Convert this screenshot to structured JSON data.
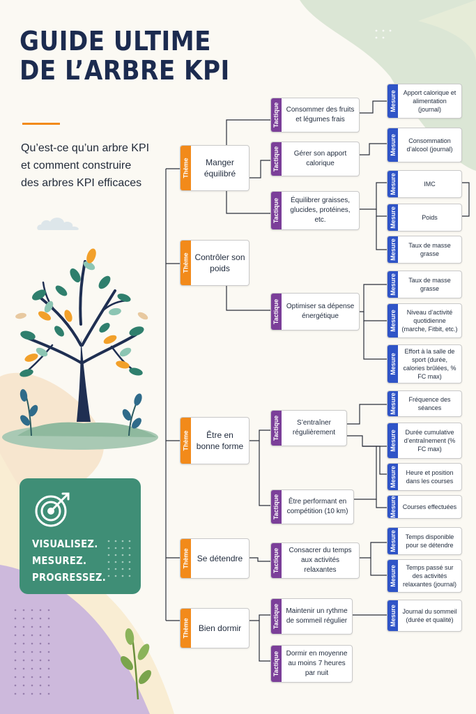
{
  "header": {
    "title_line1": "GUIDE ULTIME",
    "title_line2": "DE L’ARBRE KPI",
    "subtitle_line1": "Qu’est-ce qu’un arbre KPI",
    "subtitle_line2": "et comment construire",
    "subtitle_line3": "des arbres KPI efficaces"
  },
  "card": {
    "line1": "VISUALISEZ.",
    "line2": "MESUREZ.",
    "line3": "PROGRESSEZ."
  },
  "labels": {
    "theme": "Thème",
    "tactic": "Tactique",
    "measure": "Mesure"
  },
  "themes": [
    {
      "text": "Manger équilibré"
    },
    {
      "text": "Contrôler son poids"
    },
    {
      "text": "Être en bonne forme"
    },
    {
      "text": "Se détendre"
    },
    {
      "text": "Bien dormir"
    }
  ],
  "tactics": [
    {
      "text": "Consommer des fruits et légumes frais"
    },
    {
      "text": "Gérer son apport calorique"
    },
    {
      "text": "Équilibrer graisses, glucides, protéines, etc."
    },
    {
      "text": "Optimiser sa dépense énergétique"
    },
    {
      "text": "S’entraîner régulièrement"
    },
    {
      "text": "Être performant en compétition (10 km)"
    },
    {
      "text": "Consacrer du temps aux activités relaxantes"
    },
    {
      "text": "Maintenir un rythme de sommeil régulier"
    },
    {
      "text": "Dormir en moyenne au moins 7 heures par nuit"
    }
  ],
  "measures": [
    {
      "text": "Apport calorique et alimentation (journal)"
    },
    {
      "text": "Consommation d’alcool (journal)"
    },
    {
      "text": "IMC"
    },
    {
      "text": "Poids"
    },
    {
      "text": "Taux de masse grasse"
    },
    {
      "text": "Taux de masse grasse"
    },
    {
      "text": "Niveau d’activité quotidienne (marche, Fitbit, etc.)"
    },
    {
      "text": "Effort à la salle de sport (durée, calories brûlées, % FC max)"
    },
    {
      "text": "Fréquence des séances"
    },
    {
      "text": "Durée cumulative d’entraînement (% FC max)"
    },
    {
      "text": "Heure et position dans les courses"
    },
    {
      "text": "Courses effectuées"
    },
    {
      "text": "Temps disponible pour se détendre"
    },
    {
      "text": "Temps passé sur des activités relaxantes (journal)"
    },
    {
      "text": "Journal du sommeil (durée et qualité)"
    }
  ],
  "colors": {
    "theme": "#f28a1a",
    "tactic": "#7b3f99",
    "measure": "#2f54c7",
    "card": "#3f8e76",
    "title": "#1c2b4f"
  },
  "icons": [
    "target-icon",
    "tree-illustration",
    "cloud-icon",
    "sprout-illustration"
  ]
}
